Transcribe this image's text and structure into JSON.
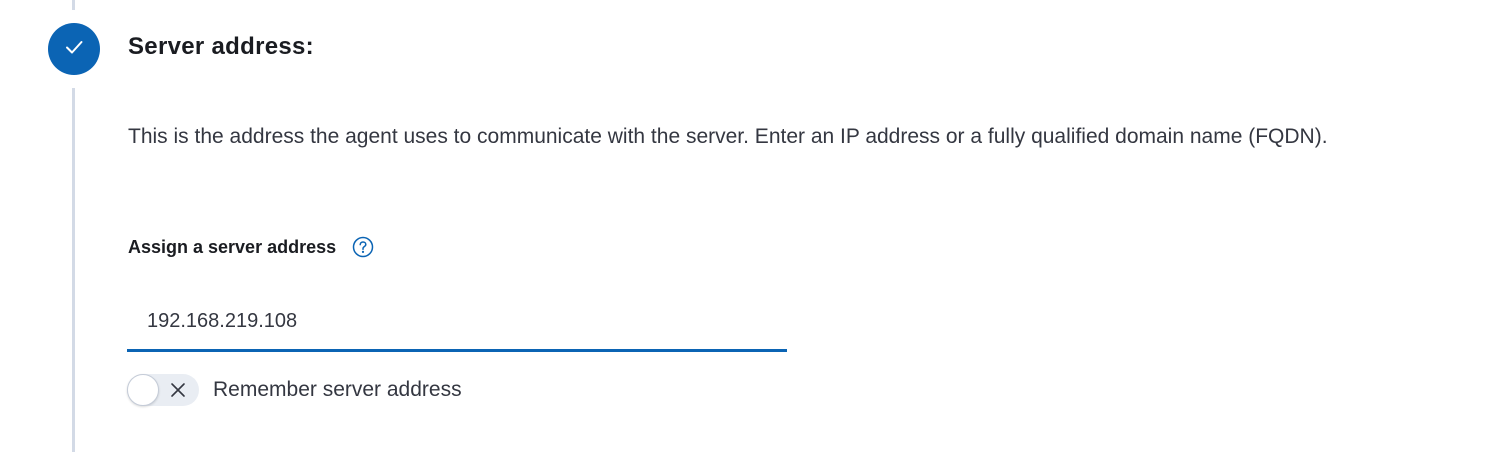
{
  "step": {
    "status": "complete",
    "icon": "check-icon",
    "title": "Server address:"
  },
  "description": "This is the address the agent uses to communicate with the server. Enter an IP address or a fully qualified domain name (FQDN).",
  "field": {
    "label": "Assign a server address",
    "help_icon": "question-circle-icon",
    "value": "192.168.219.108",
    "placeholder": ""
  },
  "remember_toggle": {
    "label": "Remember server address",
    "checked": false,
    "icon": "cross-icon"
  },
  "colors": {
    "accent": "#0b64b4",
    "timeline": "#d3dae6",
    "text": "#343741",
    "heading": "#1a1c21"
  }
}
